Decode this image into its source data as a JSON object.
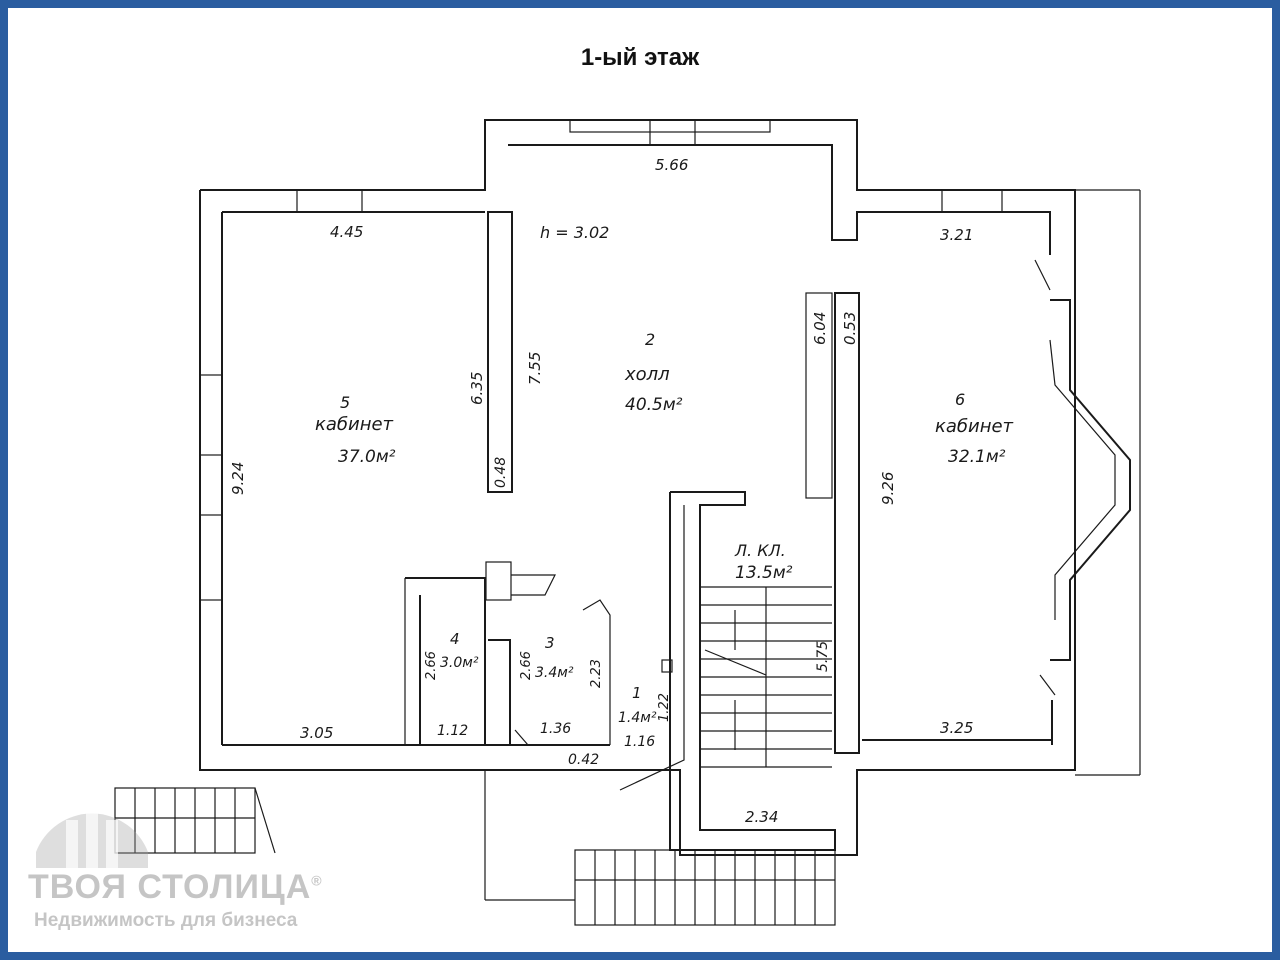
{
  "title": "1-ый этаж",
  "rooms": {
    "hall": {
      "num": "2",
      "name": "холл",
      "area": "40.5м²",
      "height": "h = 3.02"
    },
    "office5": {
      "num": "5",
      "name": "кабинет",
      "area": "37.0м²"
    },
    "office6": {
      "num": "6",
      "name": "кабинет",
      "area": "32.1м²"
    },
    "stair": {
      "name": "Л. КЛ.",
      "area": "13.5м²"
    },
    "room4": {
      "num": "4",
      "area": "3.0м²"
    },
    "room3": {
      "num": "3",
      "area": "3.4м²"
    },
    "room1": {
      "num": "1",
      "area": "1.4м²"
    }
  },
  "dims": {
    "d566": "5.66",
    "d445": "4.45",
    "d321": "3.21",
    "d635": "6.35",
    "d755": "7.55",
    "d604": "6.04",
    "d053": "0.53",
    "d924": "9.24",
    "d926": "9.26",
    "d048": "0.48",
    "d266a": "2.66",
    "d266b": "2.66",
    "d223": "2.23",
    "d575": "5.75",
    "d122": "1.22",
    "d116": "1.16",
    "d305": "3.05",
    "d112": "1.12",
    "d136": "1.36",
    "d042": "0.42",
    "d325": "3.25",
    "d234": "2.34"
  },
  "watermark": {
    "brand": "ТВОЯ СТОЛИЦА",
    "registered": "®",
    "subtitle": "Недвижимость для бизнеса"
  }
}
